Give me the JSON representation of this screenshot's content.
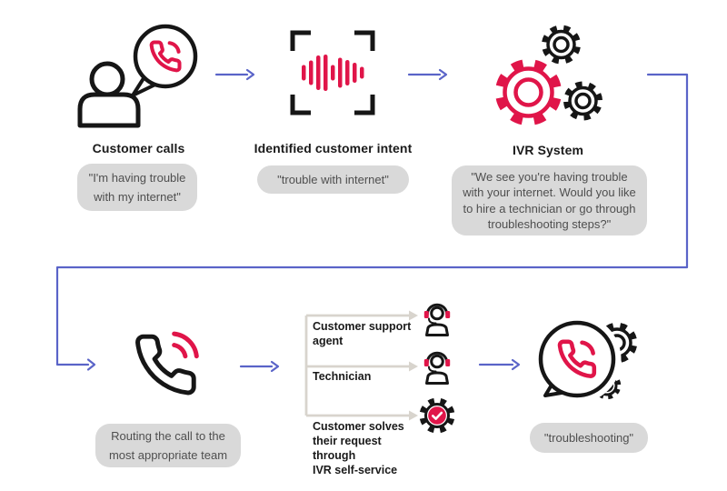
{
  "colors": {
    "red": "#e01549",
    "blue": "#5a64c8",
    "black": "#161616",
    "bubble-bg": "#d9d9d9",
    "bubble-text": "#4f4f4f",
    "branch-gray": "#d8d4cd",
    "label": "#1a1a1a"
  },
  "row1": {
    "steps": [
      {
        "title": "Customer calls",
        "icon": "person-with-phone-speech-bubble-icon",
        "bubble_lines": [
          "\"I'm having trouble",
          "with my internet\""
        ]
      },
      {
        "title": "Identified customer intent",
        "icon": "voice-waveform-scan-icon",
        "bubble_lines": [
          "\"trouble with internet\""
        ]
      },
      {
        "title": "IVR System",
        "icon": "gears-icon",
        "bubble_lines": [
          "\"We see you're having trouble",
          "with your internet. Would you like",
          "to hire a technician or go through",
          "troubleshooting steps?\""
        ]
      }
    ]
  },
  "row2": {
    "routing": {
      "icon": "phone-call-icon",
      "bubble_lines": [
        "Routing the call to the",
        "most appropriate team"
      ]
    },
    "branches": [
      {
        "icon": "support-agent-headset-icon",
        "label_lines": [
          "Customer support",
          "agent"
        ]
      },
      {
        "icon": "technician-headset-icon",
        "label_lines": [
          "Technician"
        ]
      },
      {
        "icon": "gear-checkmark-icon",
        "label_lines": [
          "Customer solves",
          "their request through",
          "IVR self-service"
        ]
      }
    ],
    "result": {
      "icon": "speech-bubble-phone-gears-icon",
      "bubble_lines": [
        "\"troubleshooting\""
      ]
    }
  }
}
